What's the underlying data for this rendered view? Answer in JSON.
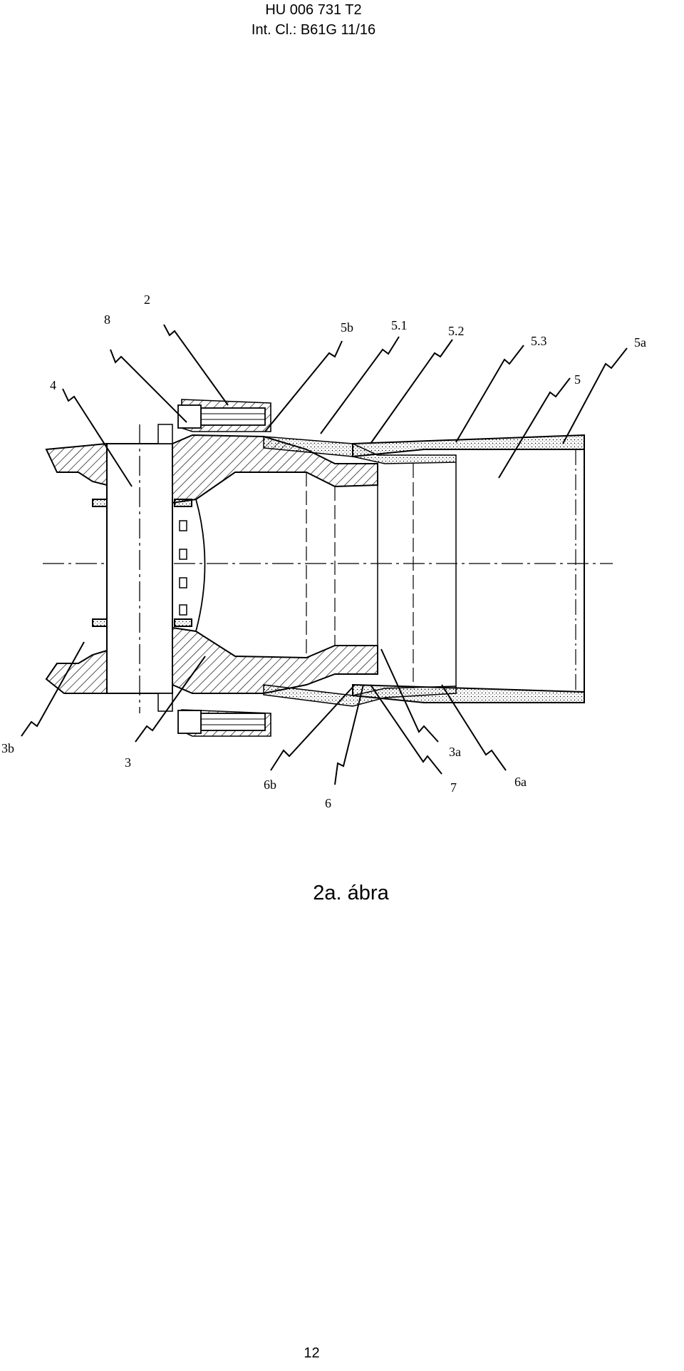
{
  "header": {
    "patent_number": "HU 006 731 T2",
    "classification": "Int. Cl.: B61G 11/16"
  },
  "figure": {
    "labels": {
      "l2": "2",
      "l8": "8",
      "l4": "4",
      "l5b": "5b",
      "l51": "5.1",
      "l52": "5.2",
      "l53": "5.3",
      "l5a": "5a",
      "l5": "5",
      "l3b": "3b",
      "l3": "3",
      "l6b": "6b",
      "l6": "6",
      "l3a": "3a",
      "l7": "7",
      "l6a": "6a"
    }
  },
  "caption": "2a. ábra",
  "page_number": "12"
}
